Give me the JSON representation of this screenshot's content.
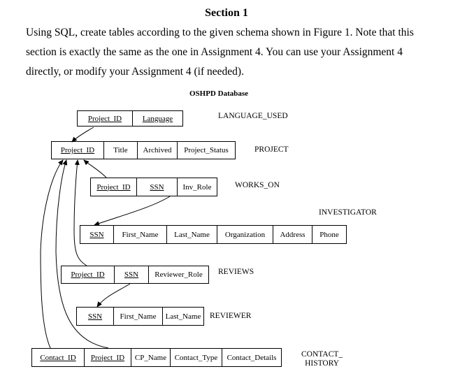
{
  "section": {
    "heading": "Section 1",
    "lines": [
      "Using SQL, create tables according to the given schema shown in Figure 1. Note that this",
      "section is exactly the same as the one in Assignment 4.  You can use your Assignment 4",
      "directly, or modify your Assignment 4 (if needed)."
    ]
  },
  "diagram": {
    "title": "OSHPD Database",
    "tables": {
      "language_used": {
        "name": "LANGUAGE_USED",
        "cols": [
          "Project_ID",
          "Language"
        ]
      },
      "project": {
        "name": "PROJECT",
        "cols": [
          "Project_ID",
          "Title",
          "Archived",
          "Project_Status"
        ]
      },
      "works_on": {
        "name": "WORKS_ON",
        "cols": [
          "Project_ID",
          "SSN",
          "Inv_Role"
        ]
      },
      "investigator": {
        "name": "INVESTIGATOR",
        "cols": [
          "SSN",
          "First_Name",
          "Last_Name",
          "Organization",
          "Address",
          "Phone"
        ]
      },
      "reviews": {
        "name": "REVIEWS",
        "cols": [
          "Project_ID",
          "SSN",
          "Reviewer_Role"
        ]
      },
      "reviewer": {
        "name": "REVIEWER",
        "cols": [
          "SSN",
          "First_Name",
          "Last_Name"
        ]
      },
      "contact_history": {
        "name_line1": "CONTACT_",
        "name_line2": "HISTORY",
        "cols": [
          "Contact_ID",
          "Project_ID",
          "CP_Name",
          "Contact_Type",
          "Contact_Details"
        ]
      }
    }
  }
}
